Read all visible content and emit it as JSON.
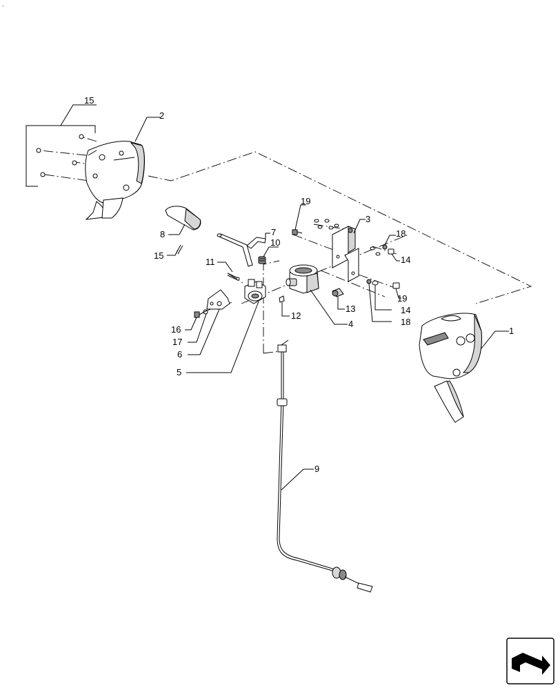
{
  "diagram": {
    "corner_mark": ".",
    "callouts": [
      {
        "id": "c15a",
        "text": "15"
      },
      {
        "id": "c2",
        "text": "2"
      },
      {
        "id": "c8",
        "text": "8"
      },
      {
        "id": "c15b",
        "text": "15"
      },
      {
        "id": "c7",
        "text": "7"
      },
      {
        "id": "c10",
        "text": "10"
      },
      {
        "id": "c11",
        "text": "11"
      },
      {
        "id": "c19a",
        "text": "19"
      },
      {
        "id": "c3",
        "text": "3"
      },
      {
        "id": "c18a",
        "text": "18"
      },
      {
        "id": "c14a",
        "text": "14"
      },
      {
        "id": "c19b",
        "text": "19"
      },
      {
        "id": "c14b",
        "text": "14"
      },
      {
        "id": "c18b",
        "text": "18"
      },
      {
        "id": "c13",
        "text": "13"
      },
      {
        "id": "c4",
        "text": "4"
      },
      {
        "id": "c12",
        "text": "12"
      },
      {
        "id": "c16",
        "text": "16"
      },
      {
        "id": "c17",
        "text": "17"
      },
      {
        "id": "c6",
        "text": "6"
      },
      {
        "id": "c5",
        "text": "5"
      },
      {
        "id": "c1",
        "text": "1"
      },
      {
        "id": "c9",
        "text": "9"
      }
    ]
  },
  "nav": {
    "icon": "next-page-arrow-icon"
  }
}
